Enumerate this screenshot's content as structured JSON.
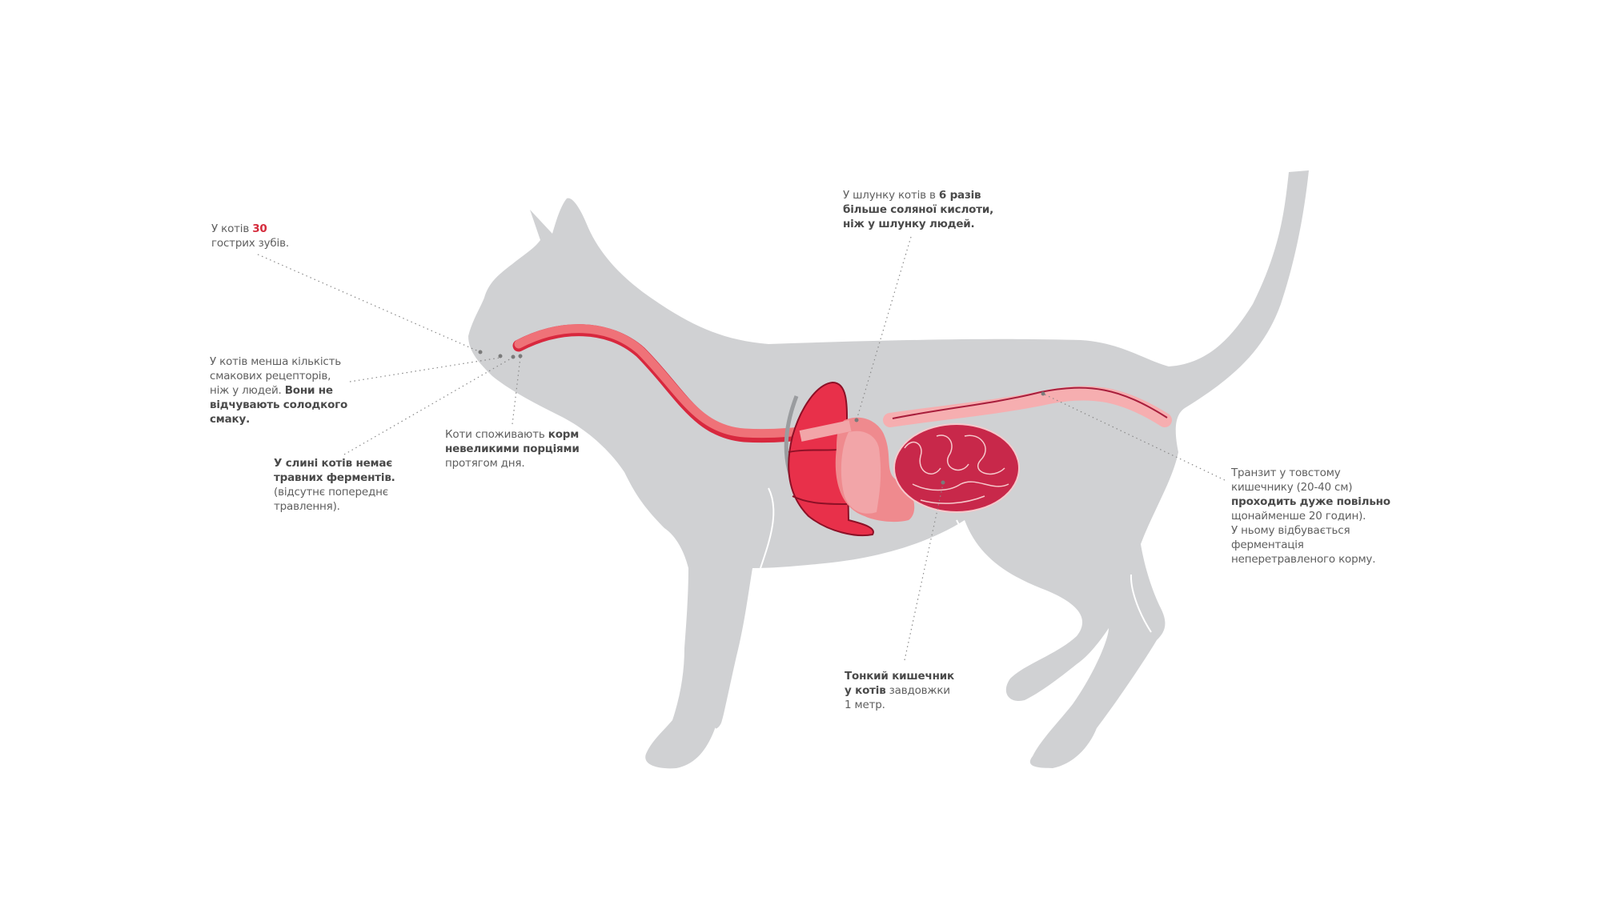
{
  "colors": {
    "background": "#ffffff",
    "cat_silhouette": "#d0d1d3",
    "esophagus": "#ef7278",
    "esophagus_edge": "#d8283e",
    "liver": "#e8304a",
    "liver_edge": "#8c1026",
    "stomach": "#f2a5a8",
    "stomach_outer": "#ef8a8e",
    "small_intestine": "#c8284a",
    "small_intestine_lines": "#f6c9cc",
    "large_intestine": "#f6aeb0",
    "large_intestine_edge": "#a81e3c",
    "diaphragm": "#9a9c9f",
    "text": "#5f5f5f",
    "text_bold": "#4a4a4a",
    "accent": "#d52b3c",
    "leader_line": "#8a8a8a"
  },
  "annotations": {
    "teeth": {
      "prefix": "У котів ",
      "number": "30",
      "line2": "гострих зубів."
    },
    "taste": {
      "line1": "У котів менша кількість",
      "line2": "смакових рецепторів,",
      "line3_regular": "ніж у людей. ",
      "line3_bold": "Вони не",
      "line4_bold": "відчувають солодкого",
      "line5_bold": "смаку."
    },
    "saliva": {
      "line1_bold": "У слині котів немає",
      "line2_bold": "травних ферментів.",
      "line3": "(відсутнє попереднє",
      "line4": "травлення)."
    },
    "portions": {
      "line1_regular": "Коти споживають ",
      "line1_bold": "корм",
      "line2_bold": "невеликими порціями",
      "line3": "протягом дня."
    },
    "stomach": {
      "line1_regular": "У шлунку котів в ",
      "line1_bold": "6 разів",
      "line2_bold": "більше соляної кислоти,",
      "line3_bold": "ніж у шлунку людей."
    },
    "large_intestine": {
      "line1": "Транзит у товстому",
      "line2": "кишечнику (20-40 см)",
      "line3_bold": "проходить дуже повільно",
      "line4": "щонайменше 20 годин).",
      "line5": "У ньому відбувається",
      "line6": "ферментація",
      "line7": "неперетравленого корму."
    },
    "small_intestine": {
      "line1_bold": "Тонкий кишечник",
      "line2_bold": "у котів",
      "line2_regular": " завдовжки",
      "line3": "1 метр."
    }
  }
}
